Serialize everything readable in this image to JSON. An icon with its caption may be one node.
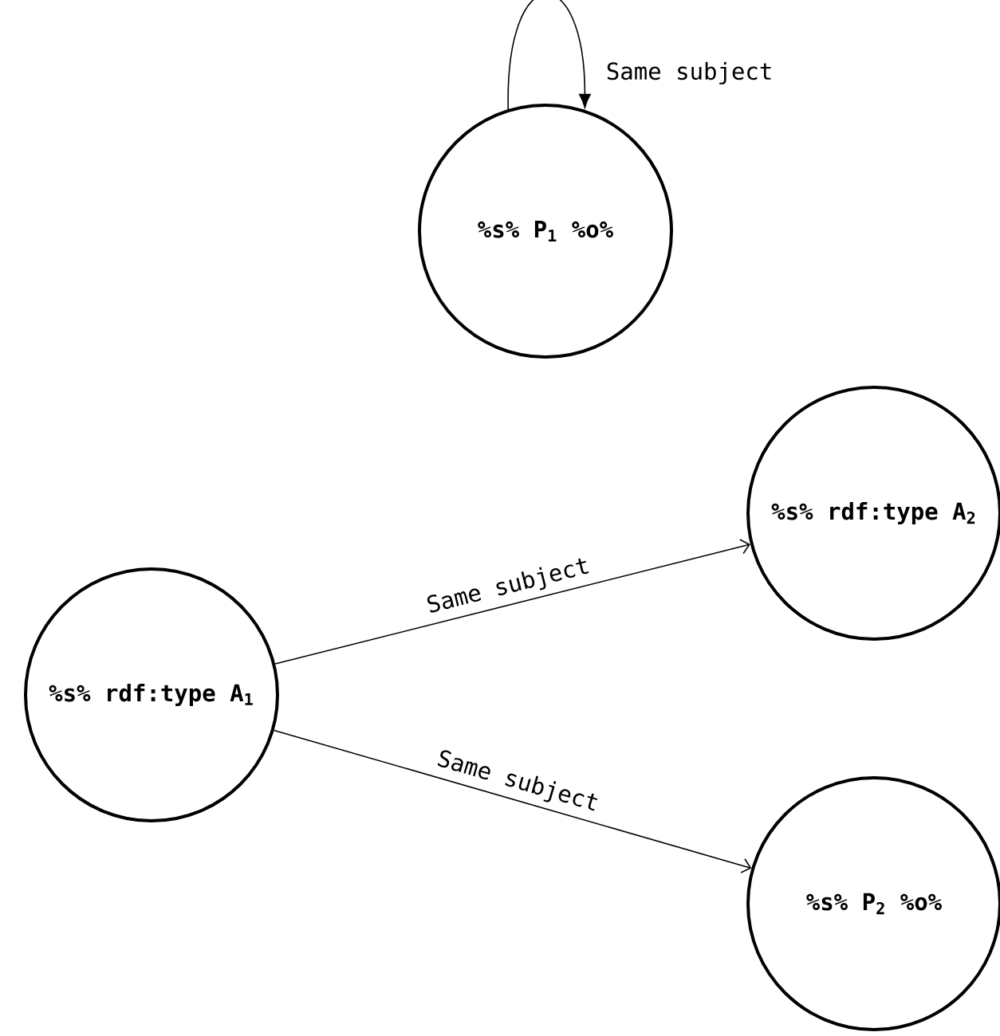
{
  "diagram": {
    "nodes": [
      {
        "text": [
          "%s% P$_{1}$ %o%"
        ]
      },
      {
        "text": [
          "%s% rdf:type A$_{1}$"
        ]
      },
      {
        "text": [
          "%s% rdf:type A$_{2}$"
        ]
      },
      {
        "text": [
          "%s% P$_{2}$ %o%"
        ]
      }
    ],
    "edges": [
      {
        "from": 0,
        "to": 0,
        "arrow": "to",
        "label": "Same subject"
      },
      {
        "from": 1,
        "to": 2,
        "arrow": "to",
        "label": "Same subject"
      },
      {
        "from": 1,
        "to": 3,
        "arrow": "to",
        "label": "Same subject"
      }
    ]
  }
}
